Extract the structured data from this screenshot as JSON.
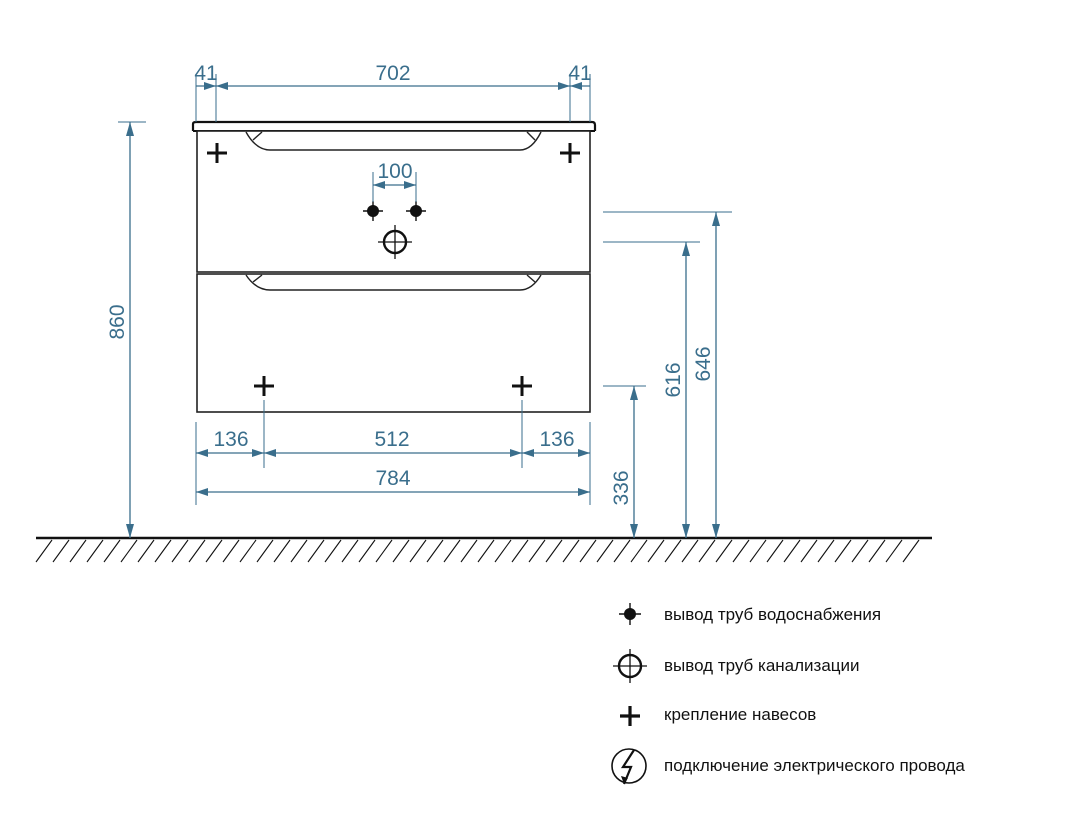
{
  "dimensions": {
    "left_overhang": "41",
    "top_width": "702",
    "right_overhang": "41",
    "pipe_spacing": "100",
    "total_height": "860",
    "outlet_height_a": "616",
    "outlet_height_b": "646",
    "mount_height": "336",
    "left_offset": "136",
    "mount_spacing": "512",
    "right_offset": "136",
    "total_width": "784"
  },
  "legend": [
    {
      "icon": "water-supply-icon",
      "label": "вывод труб водоснабжения"
    },
    {
      "icon": "sewer-outlet-icon",
      "label": "вывод труб канализации"
    },
    {
      "icon": "mounting-cross-icon",
      "label": "крепление навесов"
    },
    {
      "icon": "electric-connection-icon",
      "label": "подключение электрического провода"
    }
  ],
  "colors": {
    "dimension": "#3a6e8c",
    "outline": "#222222"
  }
}
